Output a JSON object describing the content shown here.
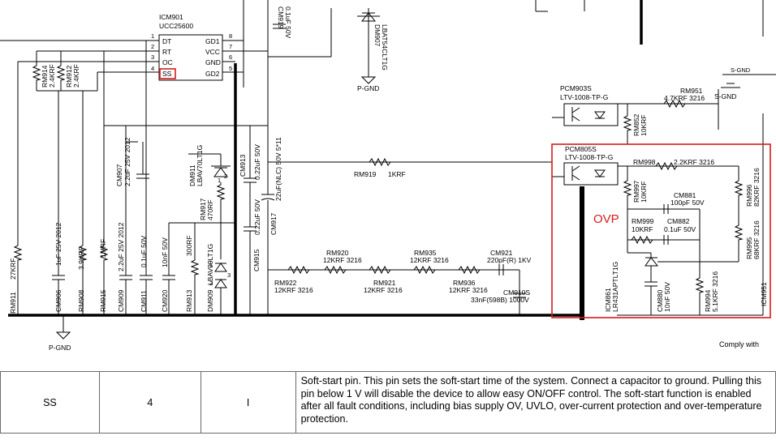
{
  "schematic": {
    "ic": {
      "ref": "ICM901",
      "part": "UCC25600",
      "left_pins": [
        {
          "num": "1",
          "name": "DT"
        },
        {
          "num": "2",
          "name": "RT"
        },
        {
          "num": "3",
          "name": "OC"
        },
        {
          "num": "4",
          "name": "SS"
        }
      ],
      "right_pins": [
        {
          "num": "8",
          "name": "GD1"
        },
        {
          "num": "7",
          "name": "VCC"
        },
        {
          "num": "6",
          "name": "GND"
        },
        {
          "num": "5",
          "name": "GD2"
        }
      ]
    },
    "top": {
      "cm919": "CM919",
      "cm919_val": "0.1uF 50V",
      "dm907": "DM907",
      "dm907_val": "LBAT54CLT1G",
      "pgnd_top": "P-GND",
      "sgnd1": "S-GND",
      "sgnd2": "S-GND"
    },
    "left": {
      "rm914": "RM914",
      "rm914_val": "2.4KRF",
      "rm912": "RM912",
      "rm912_val": "2.4KRF",
      "cm907": "CM907",
      "cm907_val": "2.2uF 25V 2012",
      "dm911": "DM911",
      "dm911_val": "LBAV70LT1G",
      "rm917": "RM917",
      "rm917_val": "470RF",
      "cm913": "CM913",
      "cm913_val": "0.22uF 50V",
      "cm917_val": "22uF(NLC) 50V 5*11",
      "cm917": "CM917",
      "cm915": "CM915",
      "cm915_val": "0.22uF 50V",
      "rm911_val": "27KRF",
      "rm911": "RM911",
      "cm906_val": "1uF 25V 2012",
      "cm906": "CM906",
      "rm908_val": "3.9KRF",
      "rm908": "RM908",
      "rm915_val": "1MRF",
      "rm915": "RM915",
      "cm909_val": "2.2uF 25V 2012",
      "cm909": "CM909",
      "cm911_val": "0.1uF 50V",
      "cm911": "CM911",
      "cm920_val": "10nF 50V",
      "cm920": "CM920",
      "rm913_val": "300RF",
      "rm913": "RM913",
      "dm909_val": "LBAV99LT1G",
      "dm909": "DM909",
      "pin1": "1",
      "pin2": "2",
      "pin3": "3",
      "pgnd_bottom": "P-GND"
    },
    "middle": {
      "rm919": "RM919",
      "rm919_val": "1KRF",
      "rm920": "RM920",
      "rm920_val": "12KRF 3216",
      "rm922": "RM922",
      "rm922_val": "12KRF 3216",
      "rm921": "RM921",
      "rm921_val": "12KRF 3216",
      "rm935": "RM935",
      "rm935_val": "12KRF 3216",
      "rm936": "RM936",
      "rm936_val": "12KRF 3216",
      "cm921": "CM921",
      "cm921_val": "220pF(R) 1KV",
      "cm910s": "CM910S",
      "cm910s_val": "33nF(598B) 1000V"
    },
    "right": {
      "pcm903s": "PCM903S",
      "pcm903s_val": "LTV-1008-TP-G",
      "rm951": "RM951",
      "rm951_val": "4.7KRF 3216",
      "rm852": "RM852",
      "rm852_val": "10KRF",
      "pcm805s": "PCM805S",
      "pcm805s_val": "LTV-1008-TP-G",
      "rm998": "RM998",
      "rm998_val": "2.2KRF 3216",
      "rm997": "RM997",
      "rm997_val": "10KRF",
      "cm881": "CM881",
      "cm881_val": "100pF 50V",
      "rm999": "RM999",
      "rm999_val": "10KRF",
      "cm882": "CM882",
      "cm882_val": "0.1uF 50V",
      "icm861": "ICM861",
      "icm861_val": "LR431APTLT1G",
      "cm880": "CM880",
      "cm880_val": "10nF 50V",
      "rm994": "RM994",
      "rm994_val": "5.1KRF 3216",
      "rm996": "RM996",
      "rm996_val": "82KRF 3216",
      "rm995": "RM995",
      "rm995_val": "68KRF 3216",
      "icm951": "ICM951",
      "ovp_label": "OVP",
      "comply": "Comply with"
    }
  },
  "pin_table": {
    "pin_name": "SS",
    "pin_number": "4",
    "io": "I",
    "description": "Soft-start pin. This pin sets the soft-start time of the system. Connect a capacitor to ground. Pulling this pin below 1 V will disable the device to allow easy ON/OFF control. The soft-start function is enabled after all fault conditions, including bias supply OV, UVLO, over-current protection and over-temperature protection."
  }
}
